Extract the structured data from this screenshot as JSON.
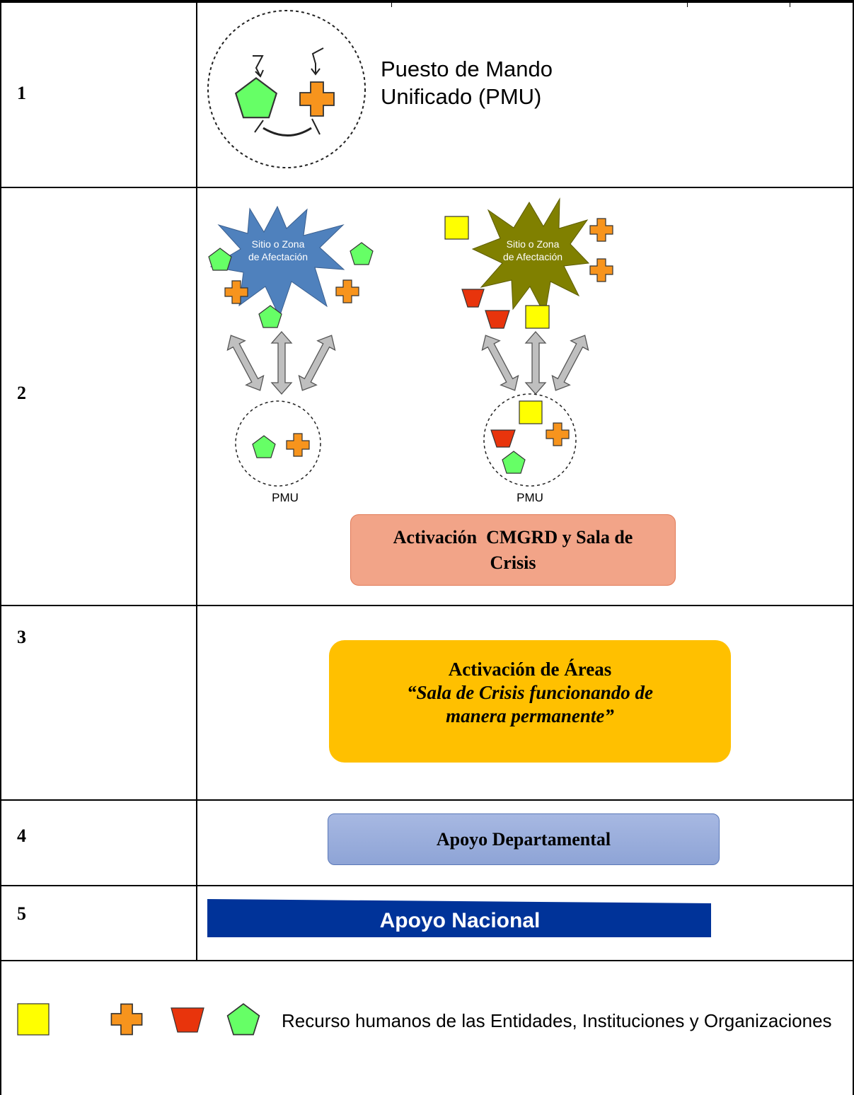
{
  "rows": [
    {
      "number": "1"
    },
    {
      "number": "2"
    },
    {
      "number": "3"
    },
    {
      "number": "4"
    },
    {
      "number": "5"
    }
  ],
  "row1": {
    "pmu_title_line1": "Puesto de Mando",
    "pmu_title_line2": "Unificado (PMU)"
  },
  "row2": {
    "left_burst_line1": "Sitio o Zona",
    "left_burst_line2": "de Afectación",
    "right_burst_line1": "Sitio o Zona",
    "right_burst_line2": "de Afectación",
    "left_pmu_label": "PMU",
    "right_pmu_label": "PMU",
    "activation_box_line1": "Activación  CMGRD y Sala de",
    "activation_box_line2": "Crisis"
  },
  "row3": {
    "title": "Activación de Áreas",
    "italic_line1": "“Sala de Crisis funcionando de",
    "italic_line2": "manera permanente”"
  },
  "row4": {
    "label": "Apoyo Departamental"
  },
  "row5": {
    "label": "Apoyo Nacional"
  },
  "legend": {
    "text": "Recurso humanos de las Entidades, Instituciones y Organizaciones"
  },
  "colors": {
    "yellow": "#ffff00",
    "orange": "#f7941d",
    "red": "#e8340c",
    "green": "#66ff66",
    "burst_blue": "#4f81bd",
    "burst_olive": "#808000",
    "activation_box": "#f2a488",
    "areas_box": "#ffc000",
    "departmental_box": "#95a9d8",
    "national_banner": "#003399"
  }
}
